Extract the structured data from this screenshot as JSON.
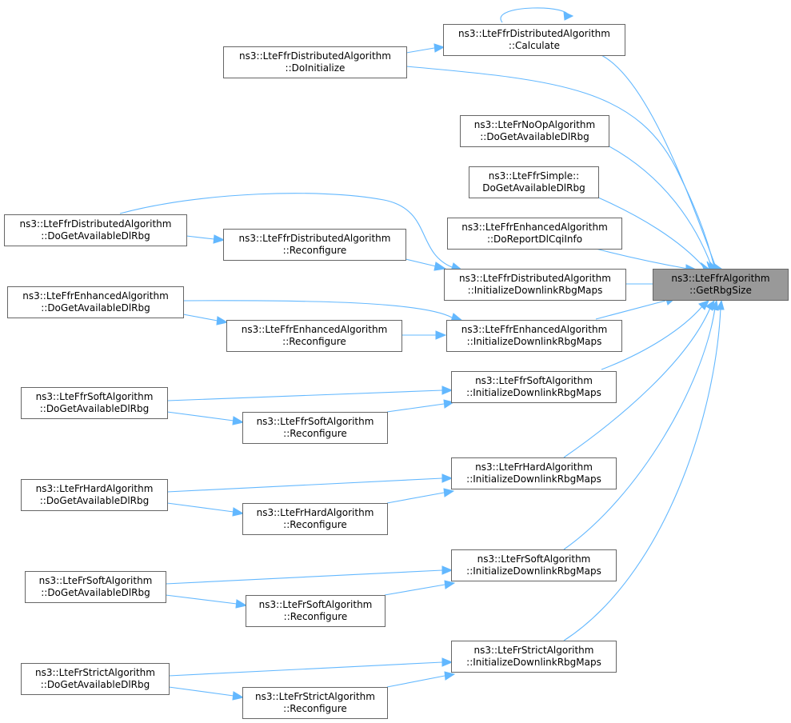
{
  "colors": {
    "edge": "#63b8ff",
    "node_border": "#666666",
    "focus_fill": "#999999",
    "node_fill": "#ffffff"
  },
  "nodes": {
    "target": {
      "line1": "ns3::LteFfrAlgorithm",
      "line2": "::GetRbgSize"
    },
    "calculate": {
      "line1": "ns3::LteFfrDistributedAlgorithm",
      "line2": "::Calculate"
    },
    "dist_doinit": {
      "line1": "ns3::LteFfrDistributedAlgorithm",
      "line2": "::DoInitialize"
    },
    "noop_dl": {
      "line1": "ns3::LteFrNoOpAlgorithm",
      "line2": "::DoGetAvailableDlRbg"
    },
    "ffrsimple_dl": {
      "line1": "ns3::LteFfrSimple::",
      "line2": "DoGetAvailableDlRbg"
    },
    "enh_cqi": {
      "line1": "ns3::LteFfrEnhancedAlgorithm",
      "line2": "::DoReportDlCqiInfo"
    },
    "dist_dl": {
      "line1": "ns3::LteFfrDistributedAlgorithm",
      "line2": "::DoGetAvailableDlRbg"
    },
    "dist_reconf": {
      "line1": "ns3::LteFfrDistributedAlgorithm",
      "line2": "::Reconfigure"
    },
    "dist_initmaps": {
      "line1": "ns3::LteFfrDistributedAlgorithm",
      "line2": "::InitializeDownlinkRbgMaps"
    },
    "enh_dl": {
      "line1": "ns3::LteFfrEnhancedAlgorithm",
      "line2": "::DoGetAvailableDlRbg"
    },
    "enh_reconf": {
      "line1": "ns3::LteFfrEnhancedAlgorithm",
      "line2": "::Reconfigure"
    },
    "enh_initmaps": {
      "line1": "ns3::LteFfrEnhancedAlgorithm",
      "line2": "::InitializeDownlinkRbgMaps"
    },
    "ffrsoft_initmaps": {
      "line1": "ns3::LteFfrSoftAlgorithm",
      "line2": "::InitializeDownlinkRbgMaps"
    },
    "ffrsoft_dl": {
      "line1": "ns3::LteFfrSoftAlgorithm",
      "line2": "::DoGetAvailableDlRbg"
    },
    "ffrsoft_reconf": {
      "line1": "ns3::LteFfrSoftAlgorithm",
      "line2": "::Reconfigure"
    },
    "frhard_initmaps": {
      "line1": "ns3::LteFrHardAlgorithm",
      "line2": "::InitializeDownlinkRbgMaps"
    },
    "frhard_dl": {
      "line1": "ns3::LteFrHardAlgorithm",
      "line2": "::DoGetAvailableDlRbg"
    },
    "frhard_reconf": {
      "line1": "ns3::LteFrHardAlgorithm",
      "line2": "::Reconfigure"
    },
    "frsoft_initmaps": {
      "line1": "ns3::LteFrSoftAlgorithm",
      "line2": "::InitializeDownlinkRbgMaps"
    },
    "frsoft_dl": {
      "line1": "ns3::LteFrSoftAlgorithm",
      "line2": "::DoGetAvailableDlRbg"
    },
    "frsoft_reconf": {
      "line1": "ns3::LteFrSoftAlgorithm",
      "line2": "::Reconfigure"
    },
    "frstrict_initmaps": {
      "line1": "ns3::LteFrStrictAlgorithm",
      "line2": "::InitializeDownlinkRbgMaps"
    },
    "frstrict_dl": {
      "line1": "ns3::LteFrStrictAlgorithm",
      "line2": "::DoGetAvailableDlRbg"
    },
    "frstrict_reconf": {
      "line1": "ns3::LteFrStrictAlgorithm",
      "line2": "::Reconfigure"
    }
  }
}
